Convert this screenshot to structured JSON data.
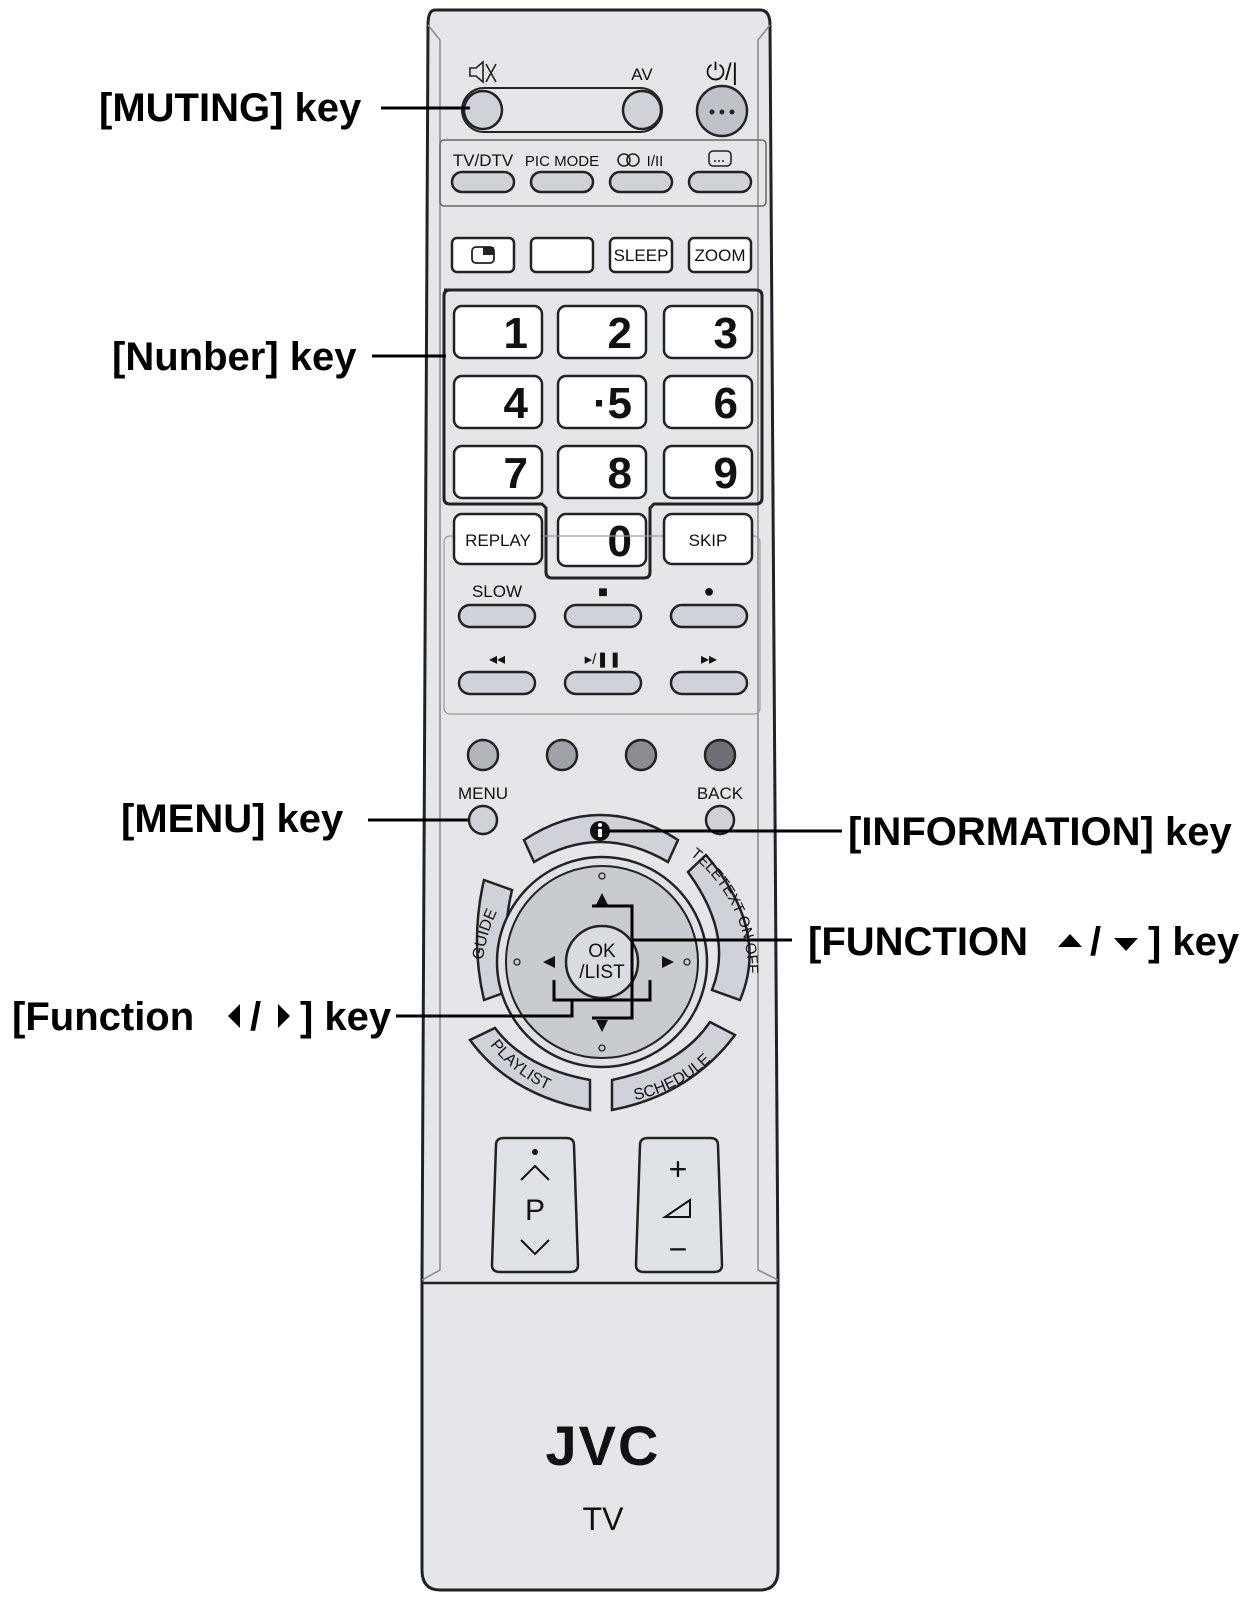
{
  "callouts": {
    "muting": "[MUTING] key",
    "number": "[Nunber] key",
    "menu": "[MENU] key",
    "information": "[INFORMATION] key",
    "function_ud_prefix": "[FUNCTION",
    "function_ud_suffix": "] key",
    "function_lr_prefix": "[Function",
    "function_lr_suffix": "] key",
    "slash": "/"
  },
  "top_row": {
    "av": "AV",
    "power": "⏻/|"
  },
  "color_row": {
    "tv_dtv": "TV/DTV",
    "pic_mode": "PIC MODE",
    "audio": "I/II"
  },
  "utility_row": {
    "sleep": "SLEEP",
    "zoom": "ZOOM"
  },
  "numbers": {
    "n1": "1",
    "n2": "2",
    "n3": "3",
    "n4": "4",
    "n5": "·5",
    "n6": "6",
    "n7": "7",
    "n8": "8",
    "n9": "9",
    "n0": "0"
  },
  "transport": {
    "replay": "REPLAY",
    "skip": "SKIP",
    "slow": "SLOW",
    "stop": "■",
    "record": "●",
    "rewind": "◂◂",
    "play_pause": "▸/❚❚",
    "forward": "▸▸"
  },
  "colour_keys": [
    "#b2b6bc",
    "#9ea2a8",
    "#8a8e94",
    "#6d7175"
  ],
  "menu_row": {
    "menu": "MENU",
    "back": "BACK"
  },
  "dpad": {
    "ok_line1": "OK",
    "ok_line2": "/LIST",
    "guide": "GUIDE",
    "teletext": "TELETEXT ON/OFF",
    "playlist": "PLAYLIST",
    "schedule": "SCHEDULE"
  },
  "rockers": {
    "p_label": "P",
    "vol_plus": "+",
    "vol_minus": "−"
  },
  "brand": {
    "logo": "JVC",
    "product": "TV"
  },
  "colors": {
    "body": "#e4e6e9",
    "button_gray": "#cfd3d9",
    "ok_ring": "#c8ccd1",
    "outline": "#222222"
  }
}
